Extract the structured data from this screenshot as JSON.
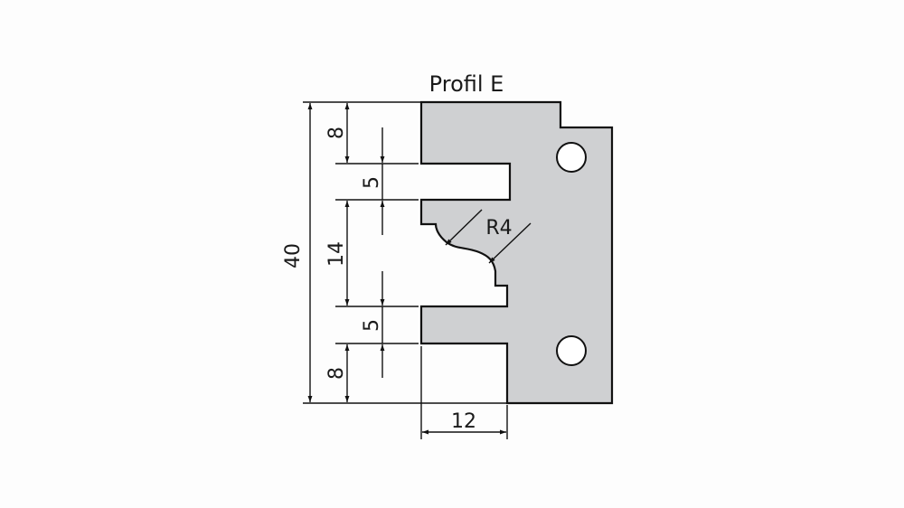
{
  "drawing": {
    "title": "Profil E",
    "colors": {
      "background": "#fdfdfd",
      "profile_fill": "#cfd0d2",
      "line": "#111111"
    },
    "dimensions": {
      "overall_height": "40",
      "top_land": "8",
      "upper_slot": "5",
      "middle_profile": "14",
      "lower_slot": "5",
      "bottom_land": "8",
      "depth": "12",
      "radius": "R4"
    },
    "holes": 2
  }
}
